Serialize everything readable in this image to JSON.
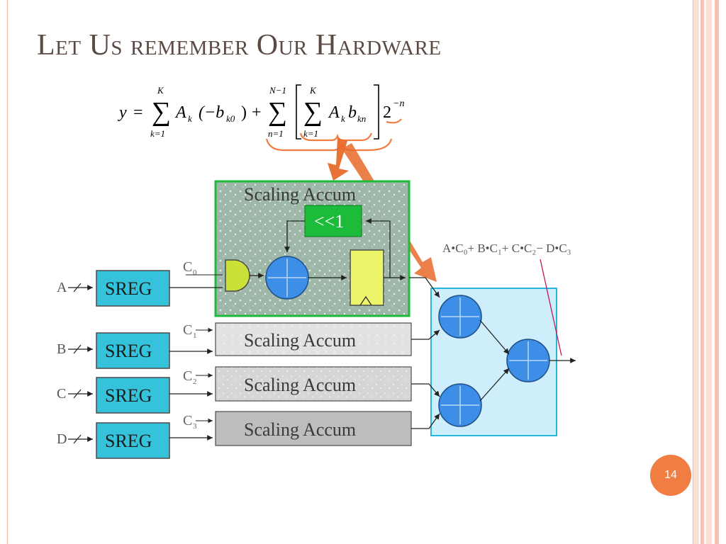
{
  "slide": {
    "title": "Let Us remember Our Hardware",
    "page_number": "14",
    "colors": {
      "accent": "#f07e42",
      "frame": "#f2b8a6",
      "title": "#5b4a43",
      "sreg_fill": "#35c3dc",
      "scaling_green": "#1dbb3a",
      "adder_tree_fill": "#cdeefa",
      "adder_fill": "#3d8ee6"
    }
  },
  "formula": {
    "lhs": "y",
    "eq": "=",
    "sum1_top": "K",
    "sum1_bottom": "k=1",
    "term1": "A",
    "term1_sub": "k",
    "term1_paren": "(−b",
    "term1_paren_sub": "k0",
    "term1_close": ")",
    "plus": "+",
    "sum2_top": "N−1",
    "sum2_bottom": "n=1",
    "sum3_top": "K",
    "sum3_bottom": "k=1",
    "term2a": "A",
    "term2a_sub": "k",
    "term2b": "b",
    "term2b_sub": "kn",
    "two": "2",
    "exp": "−n",
    "sigma": "∑"
  },
  "diagram": {
    "inputs": [
      "A",
      "B",
      "C",
      "D"
    ],
    "sreg_label": "SREG",
    "coeffs": [
      {
        "base": "C",
        "sub": "0"
      },
      {
        "base": "C",
        "sub": "1"
      },
      {
        "base": "C",
        "sub": "2"
      },
      {
        "base": "C",
        "sub": "3"
      }
    ],
    "scaling_title": "Scaling Accum",
    "scaling_labels": [
      "Scaling Accum",
      "Scaling Accum",
      "Scaling Accum"
    ],
    "shift_label": "<<1",
    "output_expr": "A•C₀+ B•C₁+ C•C₂− D•C₃"
  }
}
